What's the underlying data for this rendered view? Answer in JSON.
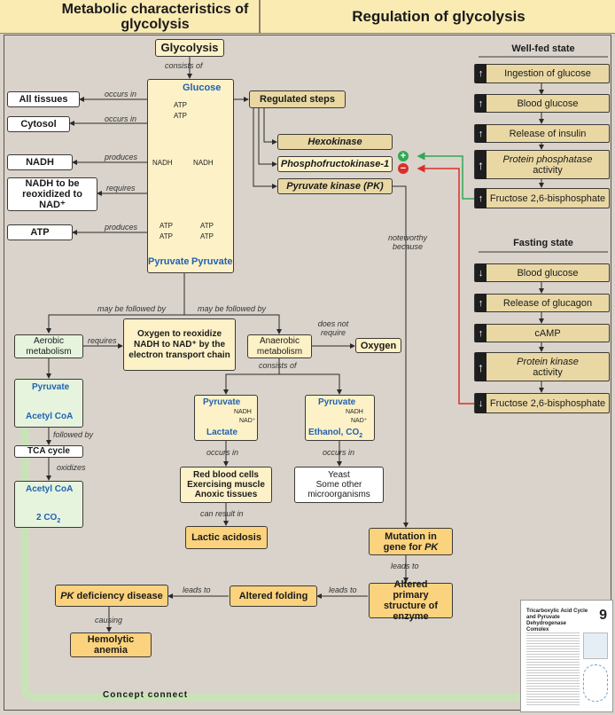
{
  "header": {
    "left_title": "Metabolic characteristics of glycolysis",
    "right_title": "Regulation of glycolysis"
  },
  "glycolysis": {
    "title": "Glycolysis",
    "consists_of": "consists of",
    "glucose": "Glucose",
    "atp": "ATP",
    "nadh": "NADH",
    "pyruvate": "Pyruvate"
  },
  "left_items": [
    {
      "verb": "occurs in",
      "label": "All tissues"
    },
    {
      "verb": "occurs in",
      "label": "Cytosol"
    },
    {
      "verb": "produces",
      "label": "NADH"
    },
    {
      "verb": "requires",
      "label": "NADH to be reoxidized to NAD⁺"
    },
    {
      "verb": "produces",
      "label": "ATP"
    }
  ],
  "regulated": {
    "title": "Regulated steps",
    "hexokinase": "Hexokinase",
    "pfk": "Phosphofructokinase-1",
    "pk_pre": "Pyruvate kinase (",
    "pk_abbr": "PK",
    "pk_post": ")",
    "plus": "+",
    "minus": "−",
    "noteworthy": "noteworthy because"
  },
  "well_fed": {
    "title": "Well-fed state",
    "items": [
      {
        "dir": "up",
        "text": "Ingestion of glucose"
      },
      {
        "dir": "up",
        "text": "Blood glucose"
      },
      {
        "dir": "up",
        "text": "Release of insulin"
      },
      {
        "dir": "up",
        "text_italic": "Protein phosphatase",
        "text": "activity"
      },
      {
        "dir": "up",
        "text": "Fructose 2,6-bisphosphate"
      }
    ]
  },
  "fasting": {
    "title": "Fasting state",
    "items": [
      {
        "dir": "down",
        "text": "Blood glucose"
      },
      {
        "dir": "up",
        "text": "Release of glucagon"
      },
      {
        "dir": "up",
        "text": "cAMP"
      },
      {
        "dir": "up",
        "text_italic": "Protein kinase",
        "text": "activity"
      },
      {
        "dir": "down",
        "text": "Fructose 2,6-bisphosphate"
      }
    ]
  },
  "fate": {
    "followed_left": "may be followed by",
    "followed_right": "may be followed by",
    "aerobic": "Aerobic metabolism",
    "requires": "requires",
    "oxygen_box": "Oxygen to reoxidize NADH to NAD⁺ by the electron transport chain",
    "anaerobic": "Anaerobic metabolism",
    "does_not_require": "does not require",
    "oxygen": "Oxygen",
    "consists_of": "consists of"
  },
  "aerobic_path": {
    "pyruvate": "Pyruvate",
    "acetyl_coa": "Acetyl CoA",
    "followed_by": "followed by",
    "tca": "TCA cycle",
    "oxidizes": "oxidizes",
    "acetyl_coa2": "Acetyl CoA",
    "co2": "2 CO",
    "co2_sub": "2"
  },
  "lactate_path": {
    "pyruvate": "Pyruvate",
    "nadh": "NADH",
    "nad": "NAD⁺",
    "product": "Lactate",
    "occurs_in": "occurs in",
    "tissues": [
      "Red blood cells",
      "Exercising muscle",
      "Anoxic tissues"
    ],
    "can_result_in": "can result in",
    "result": "Lactic acidosis"
  },
  "ethanol_path": {
    "pyruvate": "Pyruvate",
    "nadh": "NADH",
    "nad": "NAD⁺",
    "product": "Ethanol, CO",
    "product_sub": "2",
    "occurs_in": "occurs in",
    "organisms": [
      "Yeast",
      "Some other",
      "microorganisms"
    ]
  },
  "pk_path": {
    "mutation_pre": "Mutation in gene for ",
    "mutation_abbr": "PK",
    "leads_to_1": "leads to",
    "altered_primary": "Altered primary structure of enzyme",
    "leads_to_2": "leads to",
    "altered_folding": "Altered folding",
    "leads_to_3": "leads to",
    "disease_abbr": "PK",
    "disease_post": " deficiency disease",
    "causing": "causing",
    "anemia": "Hemolytic anemia"
  },
  "footer": {
    "concept": "Concept connect",
    "thumb_title": "Tricarboxylic Acid Cycle and Pyruvate Dehydrogenase Complex",
    "thumb_num": "9"
  },
  "colors": {
    "header": "#faebb3",
    "cream": "#fdf1c7",
    "tan": "#e9d8a4",
    "orange": "#fbd27d",
    "green_box": "#e6f4de",
    "green_line": "#33a853",
    "red_line": "#d9302a",
    "blue_text": "#1f62b0"
  }
}
